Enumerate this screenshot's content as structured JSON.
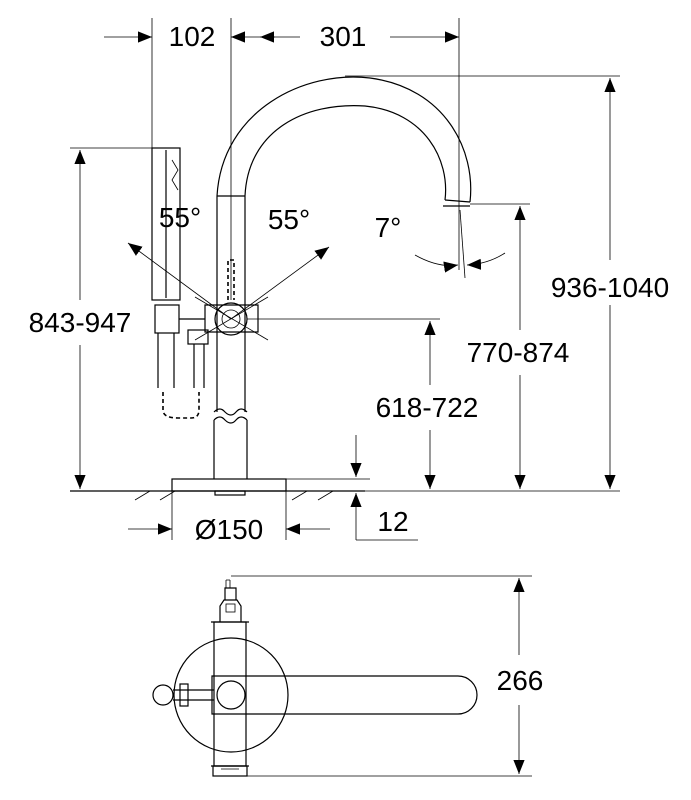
{
  "dimensions": {
    "offset_left": "102",
    "spout_reach": "301",
    "handle_angle_left": "55°",
    "handle_angle_right": "55°",
    "spout_angle": "7°",
    "total_height": "936-1040",
    "spout_height": "770-874",
    "handshower_height": "843-947",
    "valve_height": "618-722",
    "base_diameter": "Ø150",
    "floor_thickness": "12",
    "plan_depth": "266"
  }
}
